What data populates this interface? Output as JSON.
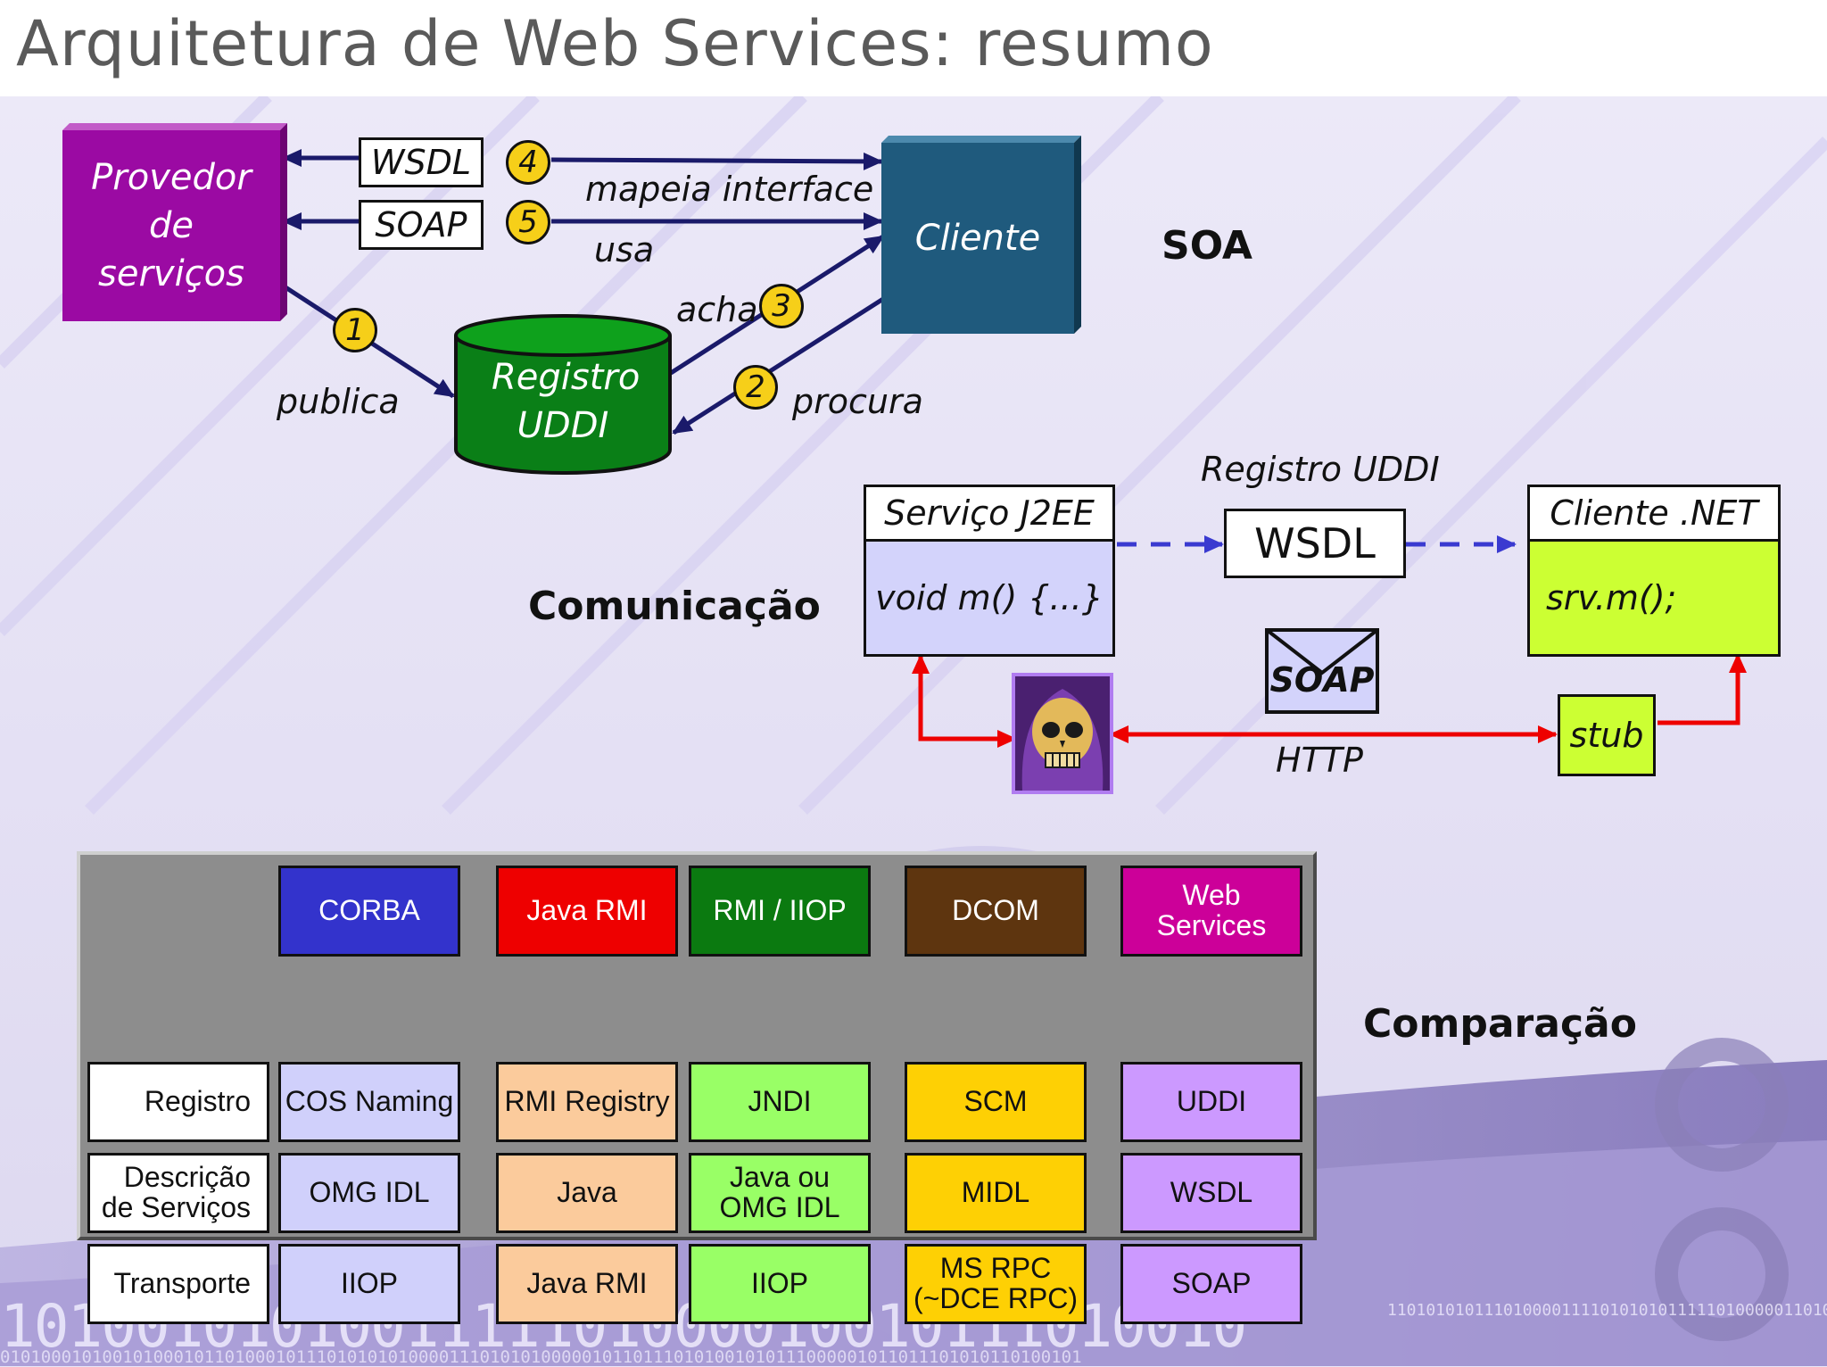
{
  "title": "Arquitetura de Web Services: resumo",
  "soa": {
    "heading": "SOA",
    "provider": "Provedor de serviços",
    "client": "Cliente",
    "registry": "Registro UDDI",
    "wsdl_tag": "WSDL",
    "soap_tag": "SOAP",
    "steps": [
      {
        "num": "1",
        "label": "publica"
      },
      {
        "num": "2",
        "label": "procura"
      },
      {
        "num": "3",
        "label": "acha"
      },
      {
        "num": "4",
        "label": "mapeia interface"
      },
      {
        "num": "5",
        "label": "usa"
      }
    ],
    "colors": {
      "provider": "#9b0aa3",
      "client": "#1f5a7d",
      "registry": "#0a7f17",
      "step_badge": "#f6cf19"
    }
  },
  "communication": {
    "heading": "Comunicação",
    "service_title": "Serviço J2EE",
    "service_code": "void m() {...}",
    "registry_label": "Registro UDDI",
    "wsdl": "WSDL",
    "client_title": "Cliente .NET",
    "client_code": "srv.m();",
    "soap": "SOAP",
    "stub": "stub",
    "http": "HTTP",
    "skeleton_icon": "skull-icon",
    "colors": {
      "service": "#d3d3fb",
      "client": "#ccff33",
      "stub": "#ccff33",
      "arrow": "#ee0000"
    }
  },
  "comparison": {
    "heading": "Comparação",
    "columns": [
      {
        "label": "CORBA",
        "color": "#3333cc",
        "cell_color": "#d0d0fb",
        "text": "#ffffff"
      },
      {
        "label": "Java RMI",
        "color": "#ee0000",
        "cell_color": "#fbcb9c",
        "text": "#ffffff"
      },
      {
        "label": "RMI / IIOP",
        "color": "#0b7a10",
        "cell_color": "#99ff66",
        "text": "#ffffff"
      },
      {
        "label": "DCOM",
        "color": "#5e350f",
        "cell_color": "#fed004",
        "text": "#ffffff"
      },
      {
        "label": "Web\nServices",
        "color": "#cc0099",
        "cell_color": "#cc99ff",
        "text": "#ffffff"
      }
    ],
    "rows": [
      {
        "label": "Registro",
        "values": [
          "COS Naming",
          "RMI Registry",
          "JNDI",
          "SCM",
          "UDDI"
        ]
      },
      {
        "label": "Descrição\nde Serviços",
        "values": [
          "OMG IDL",
          "Java",
          "Java ou\nOMG IDL",
          "MIDL",
          "WSDL"
        ]
      },
      {
        "label": "Transporte",
        "values": [
          "IIOP",
          "Java RMI",
          "IIOP",
          "MS RPC\n(~DCE RPC)",
          "SOAP"
        ]
      }
    ]
  },
  "footer": {
    "binary_1": "1010010101001111101000010010111010010",
    "binary_2": "11010101011101000011110101010111110100000110101",
    "binary_3": "0101000101001010001011010001011101010101000011101010100000101101110101001010111000001011011101010110100101"
  }
}
